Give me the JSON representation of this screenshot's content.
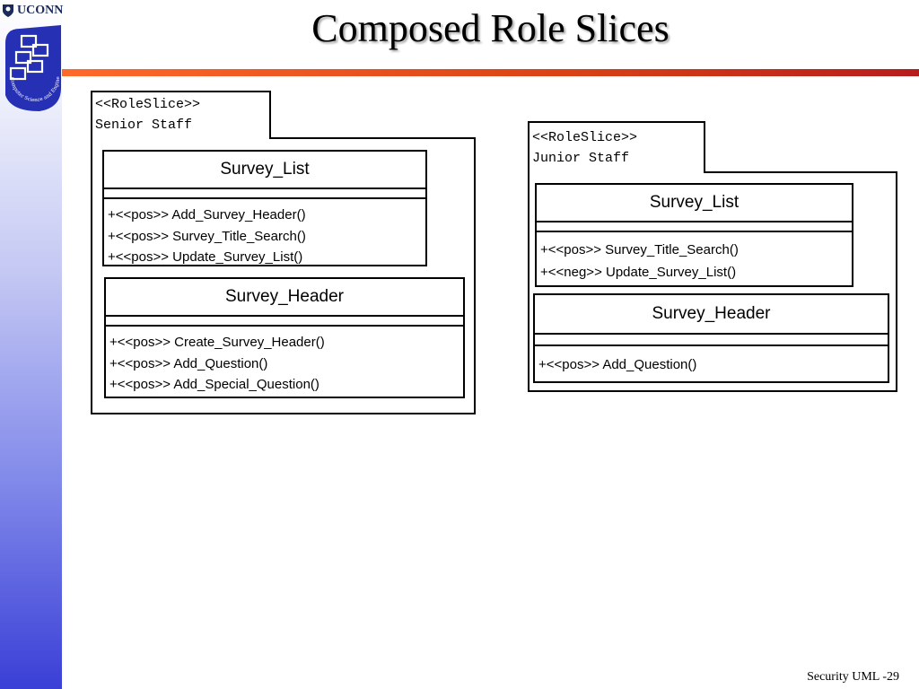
{
  "header": {
    "logo_text": "UCONN",
    "cse_logo_text": "Computer Science and Engineering",
    "title": "Composed Role Slices"
  },
  "slices": [
    {
      "stereotype": "<<RoleSlice>>",
      "name": "Senior Staff",
      "classes": [
        {
          "name": "Survey_List",
          "operations": [
            "+<<pos>> Add_Survey_Header()",
            "+<<pos>> Survey_Title_Search()",
            "+<<pos>> Update_Survey_List()"
          ]
        },
        {
          "name": "Survey_Header",
          "operations": [
            "+<<pos>> Create_Survey_Header()",
            "+<<pos>> Add_Question()",
            "+<<pos>> Add_Special_Question()"
          ]
        }
      ]
    },
    {
      "stereotype": "<<RoleSlice>>",
      "name": "Junior Staff",
      "classes": [
        {
          "name": "Survey_List",
          "operations": [
            "+<<pos>> Survey_Title_Search()",
            "+<<neg>> Update_Survey_List()"
          ]
        },
        {
          "name": "Survey_Header",
          "operations": [
            "+<<pos>> Add_Question()"
          ]
        }
      ]
    }
  ],
  "footer": {
    "text": "Security UML -29"
  }
}
